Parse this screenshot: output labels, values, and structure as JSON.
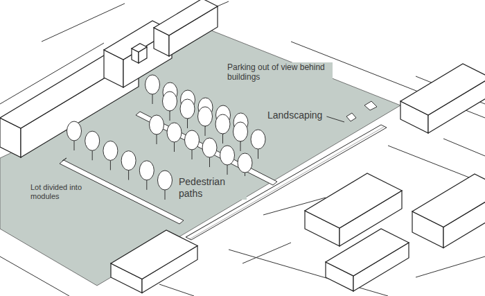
{
  "diagram": {
    "labels": [
      "Parking out of view behind buildings",
      "Landscaping",
      "Pedestrian paths",
      "Lot divided into modules"
    ]
  }
}
